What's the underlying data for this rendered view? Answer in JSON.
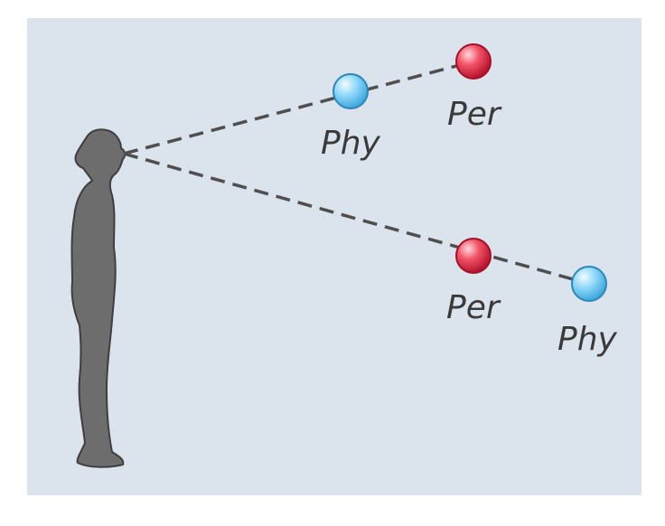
{
  "colors": {
    "background": "#dbe3ec",
    "frame": "#ffffff",
    "figure": "#6d6d6d",
    "figure_outline": "#3f3f3f",
    "dashed_line": "#4f4f4f",
    "phy_point": "#7fd0f5",
    "per_point": "#ef3b52",
    "label_text": "#3a3a3a"
  },
  "icons": {
    "figure": "standing-person-icon",
    "phy_point": "blue-sphere-icon",
    "per_point": "red-sphere-icon"
  },
  "sightlines": [
    {
      "points": [
        {
          "label": "Phy",
          "kind": "phy"
        },
        {
          "label": "Per",
          "kind": "per"
        }
      ]
    },
    {
      "points": [
        {
          "label": "Per",
          "kind": "per"
        },
        {
          "label": "Phy",
          "kind": "phy"
        }
      ]
    }
  ]
}
